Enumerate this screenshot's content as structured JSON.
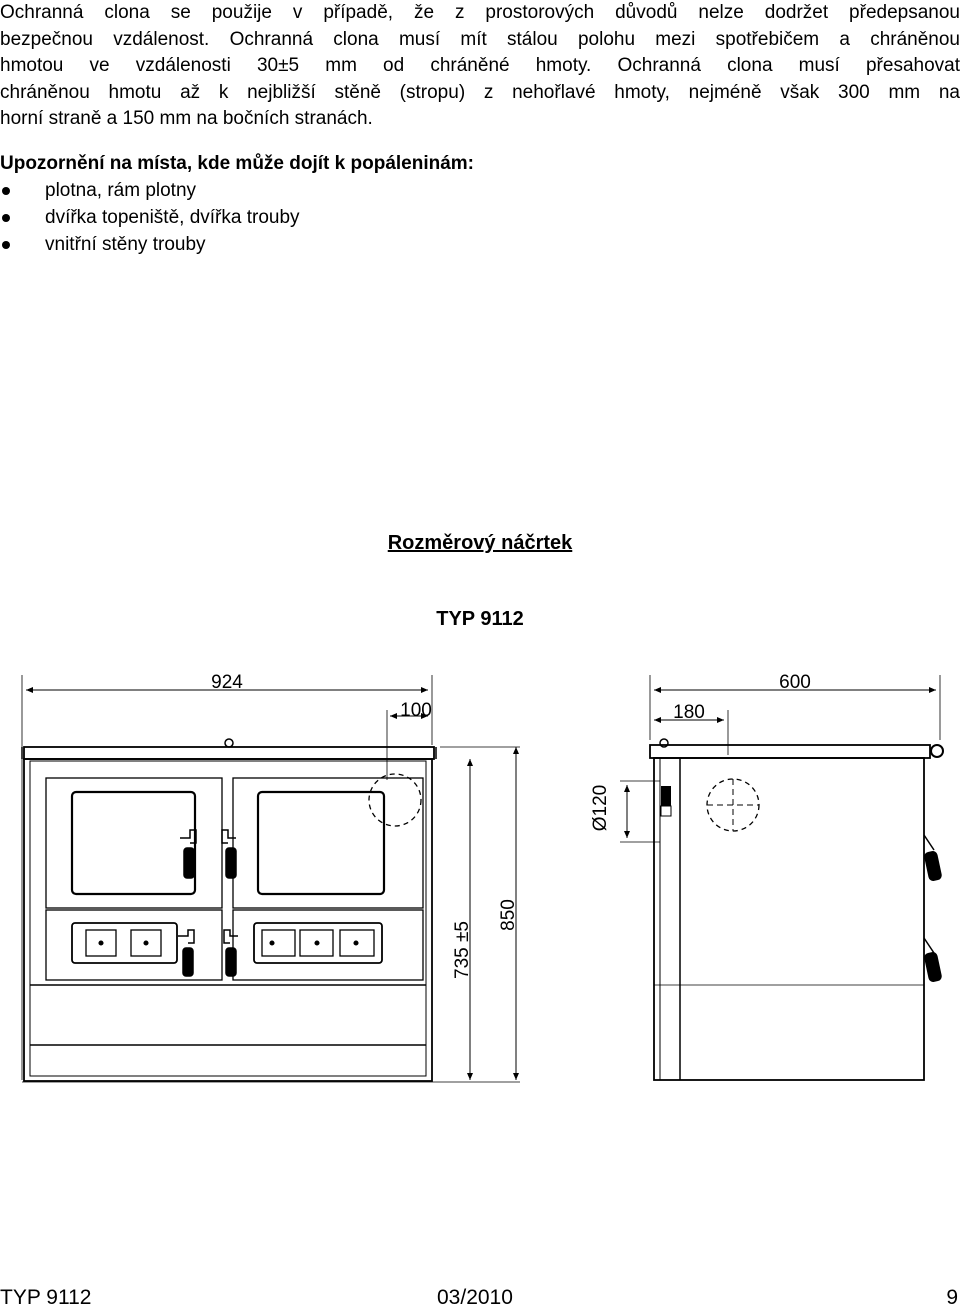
{
  "intro": {
    "lines": [
      "Ochranná  clona se  použije v  případě, že  z prostorových důvodů nelze  dodržet předepsanou",
      "bezpečnou vzdálenost.  Ochranná clona musí  mít stálou  polohu mezi  spotřebičem a chráněnou",
      "hmotou ve  vzdálenosti  30±5  mm  od  chráněné  hmoty.  Ochranná  clona musí přesahovat",
      "chráněnou  hmotu  až  k  nejbližší  stěně  (stropu) z nehořlavé hmoty, nejméně však 300 mm  na",
      "horní straně a 150 mm na bočních stranách."
    ]
  },
  "warning": {
    "title": "Upozornění na místa, kde může dojít k popáleninám:",
    "items": [
      "plotna, rám plotny",
      "dvířka topeniště, dvířka trouby",
      "vnitřní stěny trouby"
    ]
  },
  "sketch": {
    "title": "Rozměrový náčrtek",
    "type_label": "TYP 9112",
    "front_dims": {
      "width": "924",
      "offset": "100",
      "height_total": "850",
      "height_plate": "735 ±5"
    },
    "side_dims": {
      "depth": "600",
      "offset": "180",
      "flue_diameter": "Ø120"
    }
  },
  "footer": {
    "left": "TYP 9112",
    "center": "03/2010",
    "right": "9"
  }
}
